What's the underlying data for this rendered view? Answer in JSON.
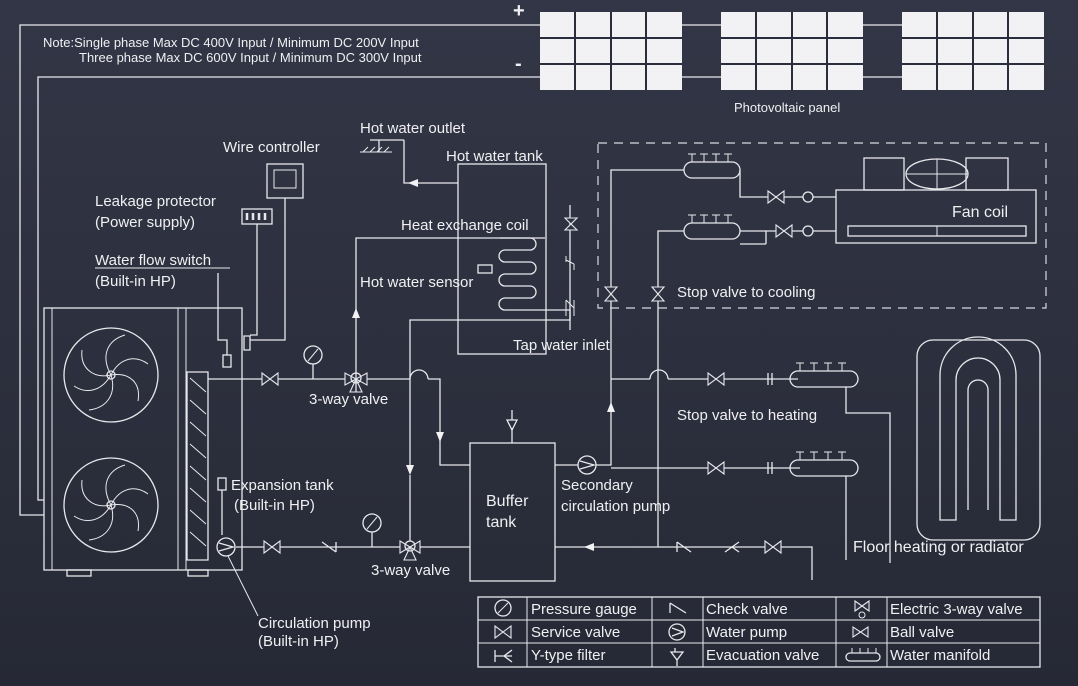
{
  "note": {
    "line1": "Note:Single phase Max DC 400V Input / Minimum DC 200V Input",
    "line2": "Three phase Max DC 600V Input / Minimum DC 300V Input"
  },
  "pv": {
    "plus": "+",
    "minus": "-",
    "label": "Photovoltaic panel"
  },
  "labels": {
    "hot_water_outlet": "Hot water outlet",
    "hot_water_tank": "Hot water tank",
    "wire_controller": "Wire controller",
    "leakage_protector_1": "Leakage protector",
    "leakage_protector_2": "(Power supply)",
    "water_flow_switch_1": "Water flow switch",
    "water_flow_switch_2": "(Built-in HP)",
    "heat_exchange_coil": "Heat exchange coil",
    "hot_water_sensor": "Hot water sensor",
    "tap_water_inlet": "Tap water inlet",
    "three_way_valve_top": "3-way valve",
    "three_way_valve_bottom": "3-way valve",
    "expansion_tank_1": "Expansion tank",
    "expansion_tank_2": "(Built-in HP)",
    "buffer_tank_1": "Buffer",
    "buffer_tank_2": "tank",
    "secondary_pump_1": "Secondary",
    "secondary_pump_2": "circulation pump",
    "circulation_pump_1": "Circulation pump",
    "circulation_pump_2": "(Built-in HP)",
    "fan_coil": "Fan coil",
    "stop_valve_cooling": "Stop valve to cooling",
    "stop_valve_heating": "Stop valve to heating",
    "floor_heating": "Floor heating or radiator"
  },
  "legend": [
    [
      {
        "icon": "pressure-gauge-icon",
        "label": "Pressure gauge"
      },
      {
        "icon": "check-valve-icon",
        "label": "Check valve"
      },
      {
        "icon": "electric-3-way-valve-icon",
        "label": "Electric 3-way valve"
      }
    ],
    [
      {
        "icon": "service-valve-icon",
        "label": "Service valve"
      },
      {
        "icon": "water-pump-icon",
        "label": "Water pump"
      },
      {
        "icon": "ball-valve-icon",
        "label": "Ball valve"
      }
    ],
    [
      {
        "icon": "y-type-filter-icon",
        "label": "Y-type filter"
      },
      {
        "icon": "evacuation-valve-icon",
        "label": "Evacuation valve"
      },
      {
        "icon": "water-manifold-icon",
        "label": "Water manifold"
      }
    ]
  ]
}
